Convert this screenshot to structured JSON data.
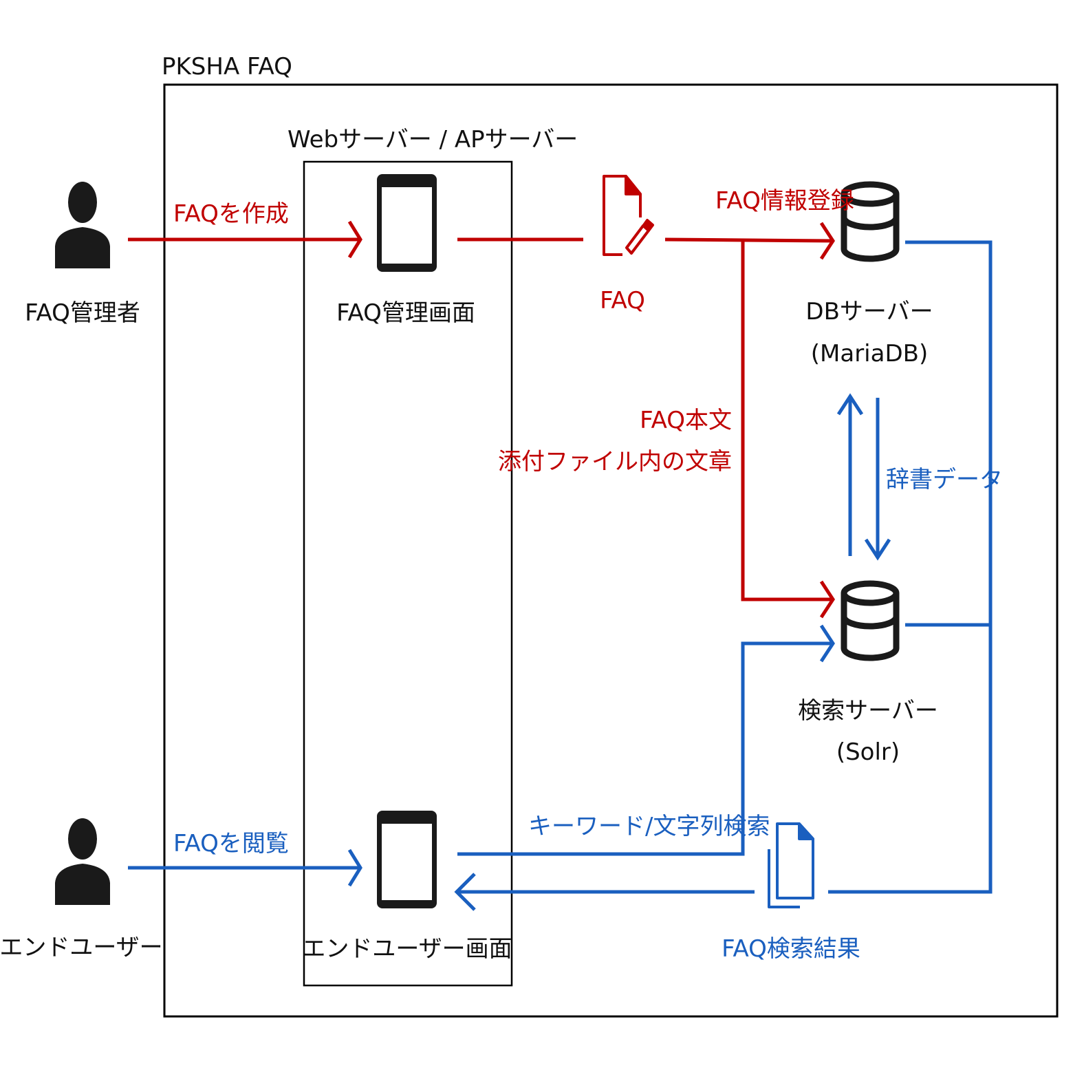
{
  "labels": {
    "outer_title": "PKSHA FAQ",
    "server_group_title": "Webサーバー / APサーバー",
    "admin_actor": "FAQ管理者",
    "end_user_actor": "エンドユーザー",
    "admin_screen": "FAQ管理画面",
    "end_user_screen": "エンドユーザー画面",
    "faq_document": "FAQ",
    "db_server_line1": "DBサーバー",
    "db_server_line2": "(MariaDB)",
    "search_server_line1": "検索サーバー",
    "search_server_line2": "(Solr)",
    "edge_create_faq": "FAQを作成",
    "edge_register_info": "FAQ情報登録",
    "edge_body_line1": "FAQ本文",
    "edge_body_line2": "添付ファイル内の文章",
    "edge_dictionary": "辞書データ",
    "edge_view_faq": "FAQを閲覧",
    "edge_keyword_search": "キーワード/文字列検索",
    "edge_search_result": "FAQ検索結果"
  },
  "colors": {
    "admin_flow": "#c00000",
    "user_flow": "#1a5fbf",
    "icon": "#1a1a1a",
    "text": "#111111",
    "frame": "#000000"
  },
  "icons": {
    "admin_actor": "person-icon",
    "end_user_actor": "person-icon",
    "admin_screen": "tablet-icon",
    "end_user_screen": "tablet-icon",
    "faq_document": "document-edit-icon",
    "search_result": "documents-icon",
    "db_server": "database-icon",
    "search_server": "database-icon"
  }
}
